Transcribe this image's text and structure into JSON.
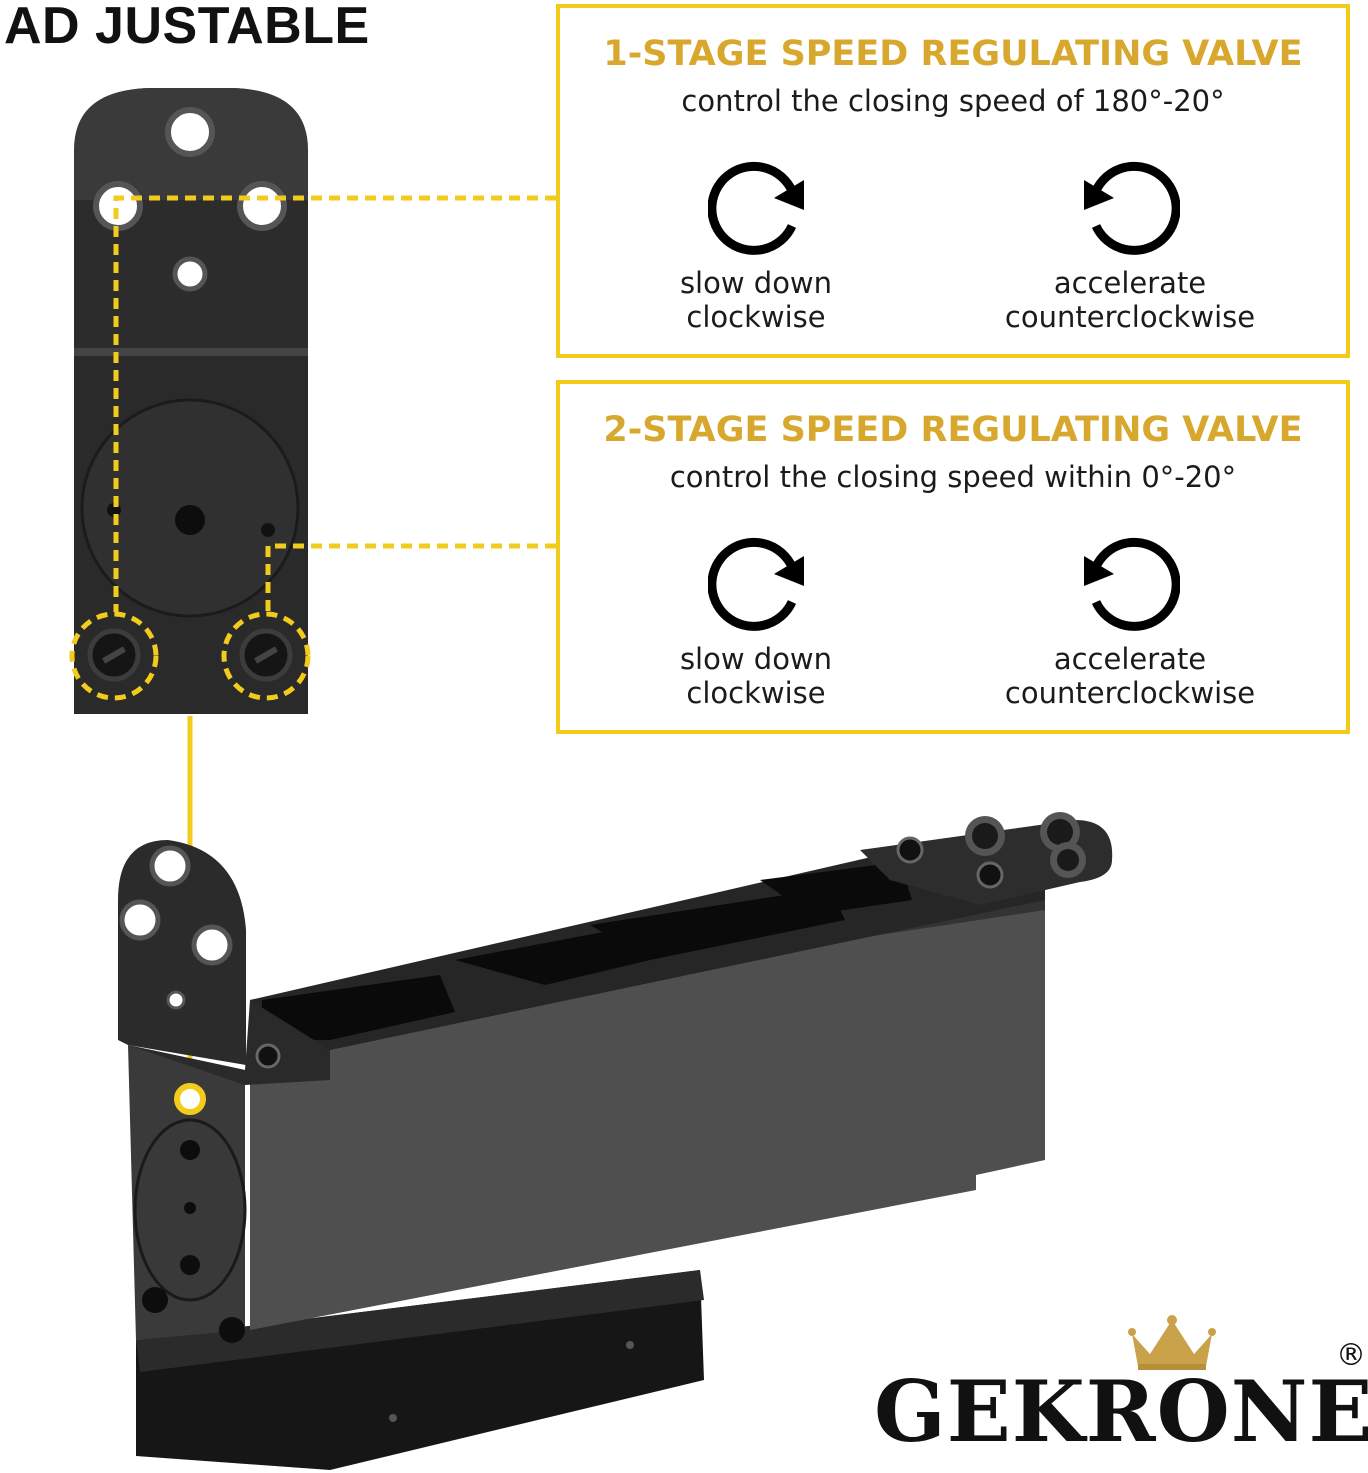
{
  "headline": "AD JUSTABLE",
  "valves": [
    {
      "title": "1-STAGE SPEED REGULATING VALVE",
      "subtitle": "control the closing speed of 180°-20°",
      "clockwise": {
        "line1": "slow down",
        "line2": "clockwise"
      },
      "counterclockwise": {
        "line1": "accelerate",
        "line2": "counterclockwise"
      }
    },
    {
      "title": "2-STAGE SPEED REGULATING VALVE",
      "subtitle": "control the closing speed within 0°-20°",
      "clockwise": {
        "line1": "slow down",
        "line2": "clockwise"
      },
      "counterclockwise": {
        "line1": "accelerate",
        "line2": "counterclockwise"
      }
    }
  ],
  "brand": {
    "name": "GEKRONE",
    "registered": "®"
  },
  "colors": {
    "accent": "#f2cc1c",
    "title_gold": "#d8a82e",
    "metal": "#2a2a2a"
  },
  "icons": [
    "clockwise-arrow-icon",
    "counterclockwise-arrow-icon",
    "crown-icon"
  ]
}
